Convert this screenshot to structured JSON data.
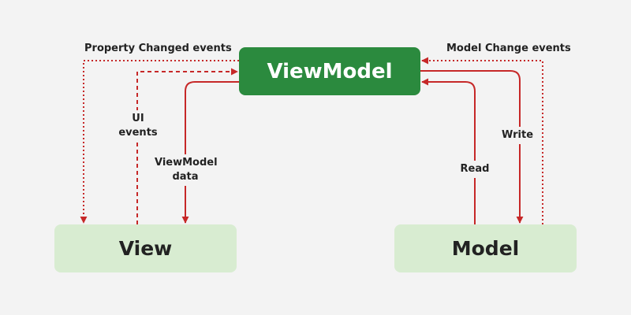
{
  "nodes": {
    "viewmodel": "ViewModel",
    "view": "View",
    "model": "Model"
  },
  "edges": {
    "property_changed": "Property Changed events",
    "model_change": "Model Change events",
    "ui_events": [
      "UI",
      "events"
    ],
    "viewmodel_data": [
      "ViewModel",
      "data"
    ],
    "write": "Write",
    "read": "Read"
  },
  "colors": {
    "arrow": "#c62828",
    "viewmodel_fill": "#2b8a3e",
    "view_model_fill": "#d8ecd1",
    "background": "#f3f3f3"
  }
}
